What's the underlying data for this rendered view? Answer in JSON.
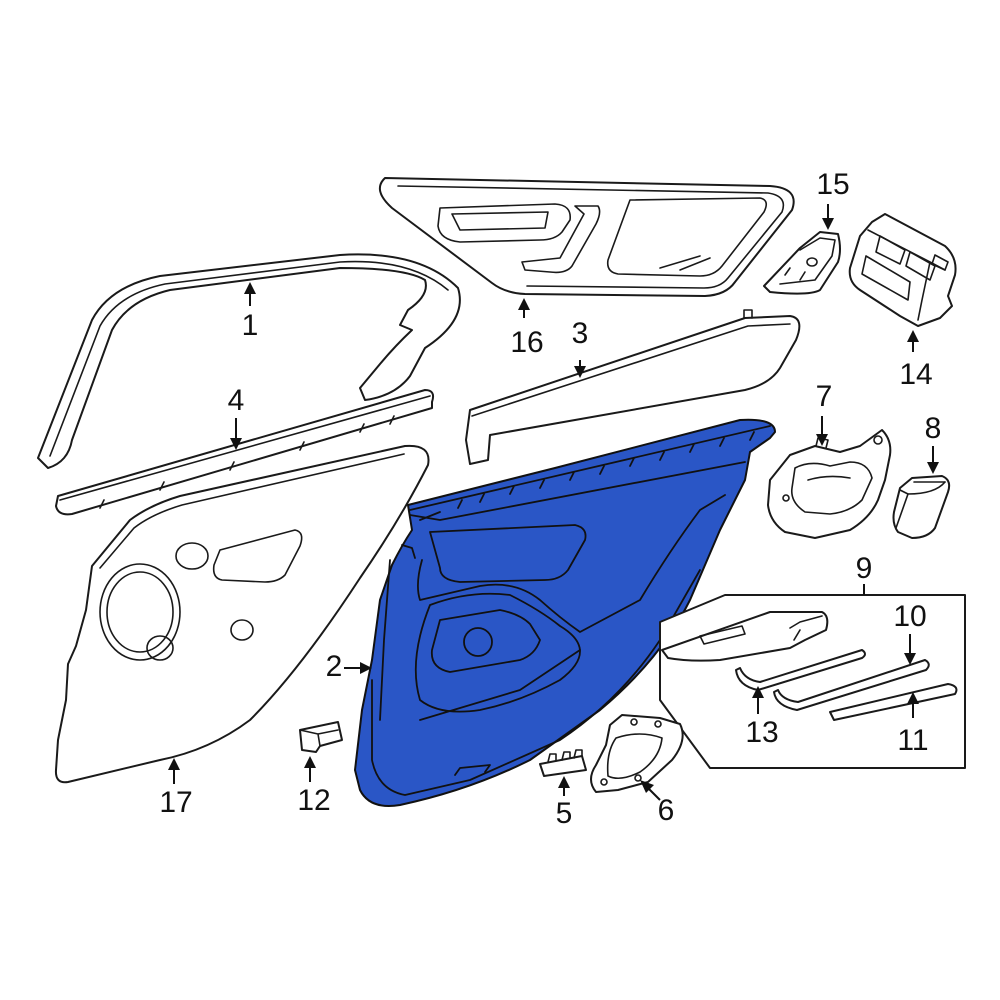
{
  "colors": {
    "highlight": "#2a56c6",
    "line": "#1a1a1a",
    "background": "#ffffff"
  },
  "callouts": {
    "c1": "1",
    "c2": "2",
    "c3": "3",
    "c4": "4",
    "c5": "5",
    "c6": "6",
    "c7": "7",
    "c8": "8",
    "c9": "9",
    "c10": "10",
    "c11": "11",
    "c12": "12",
    "c13": "13",
    "c14": "14",
    "c15": "15",
    "c16": "16",
    "c17": "17"
  },
  "highlighted_part": "2"
}
